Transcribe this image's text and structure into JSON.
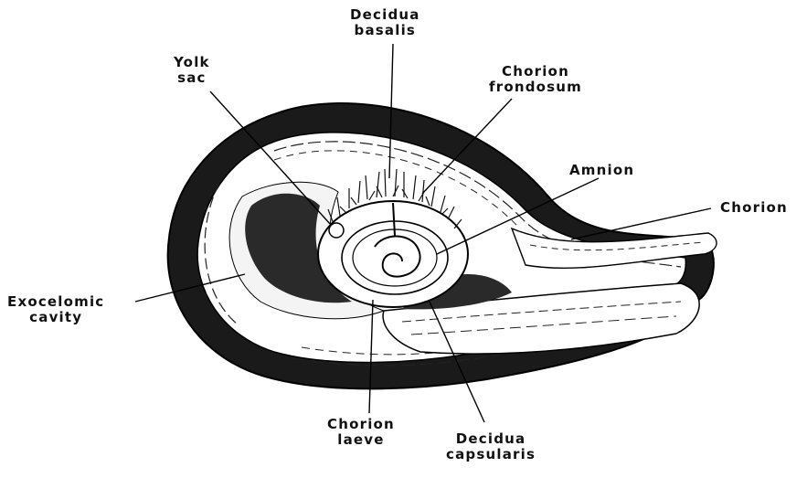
{
  "diagram": {
    "labels": {
      "decidua_basalis": [
        "Decidua",
        "basalis"
      ],
      "yolk_sac": [
        "Yolk",
        "sac"
      ],
      "chorion_frondosum": [
        "Chorion",
        "frondosum"
      ],
      "amnion": [
        "Amnion"
      ],
      "chorion": [
        "Chorion"
      ],
      "exocelomic_cavity": [
        "Exocelomic",
        "cavity"
      ],
      "chorion_laeve": [
        "Chorion",
        "laeve"
      ],
      "decidua_capsularis": [
        "Decidua",
        "capsularis"
      ]
    },
    "colors": {
      "ink": "#111111",
      "paper": "#ffffff"
    }
  }
}
